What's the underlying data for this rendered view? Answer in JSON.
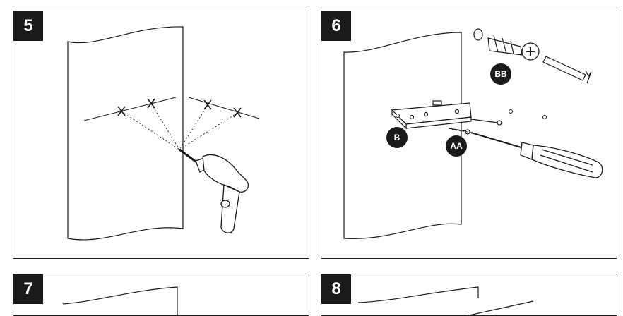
{
  "steps": [
    {
      "number": "5"
    },
    {
      "number": "6",
      "callouts": {
        "bb": "BB",
        "b": "B",
        "aa": "AA"
      }
    },
    {
      "number": "7"
    },
    {
      "number": "8"
    }
  ]
}
